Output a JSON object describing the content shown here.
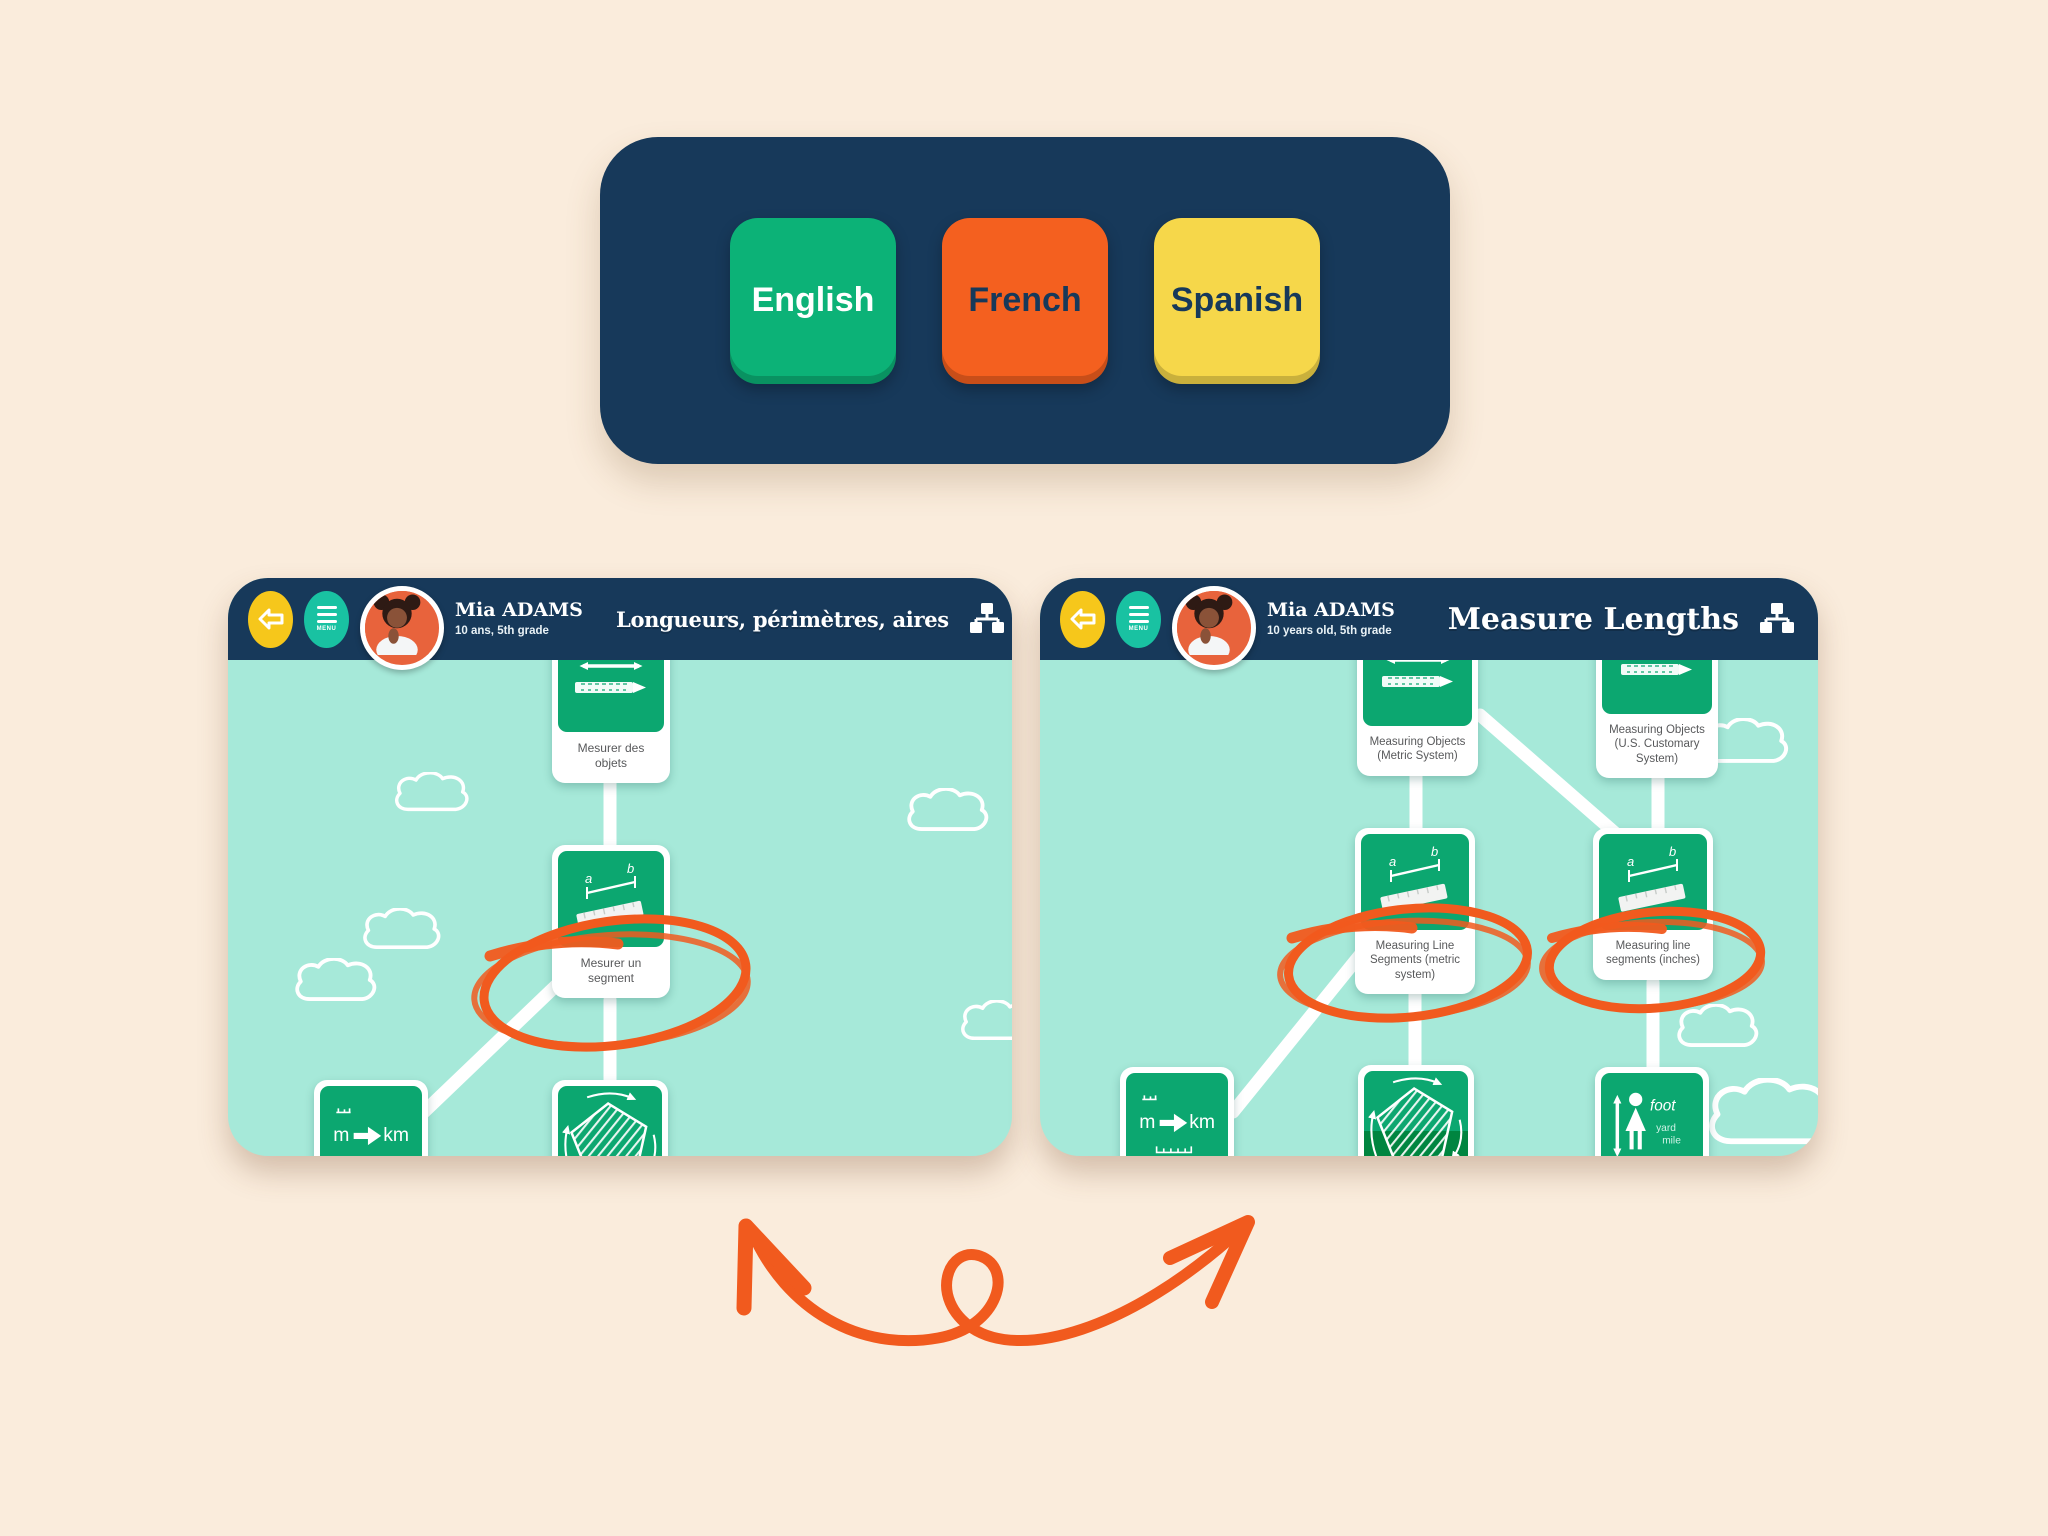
{
  "colors": {
    "peach": "#FAECDC",
    "navy": "#17395A",
    "mint": "#A6E9D9",
    "card_green": "#0CA770",
    "dark_green": "#008540",
    "orange": "#F15A1E",
    "btn_green": "#0CB277",
    "btn_orange": "#F4601F",
    "btn_yellow": "#F6D74A",
    "back_yellow": "#F6C71B",
    "menu_teal": "#19C2A2",
    "label_gray": "#58595B"
  },
  "language_panel": {
    "buttons": [
      {
        "label": "English"
      },
      {
        "label": "French"
      },
      {
        "label": "Spanish"
      }
    ]
  },
  "icons": {
    "a": "a",
    "b": "b",
    "m": "m",
    "km": "km",
    "foot": "foot",
    "yard": "yard",
    "mile": "mile"
  },
  "apps": {
    "left": {
      "header": {
        "name": "Mia ADAMS",
        "meta": "10 ans, 5th grade",
        "title": "Longueurs, périmètres, aires",
        "menu_label": "MENU"
      },
      "nodes": [
        {
          "label": "Mesurer des objets",
          "highlighted": false
        },
        {
          "label": "Mesurer un segment",
          "highlighted": true
        },
        {
          "label": "",
          "icon": "m-km",
          "highlighted": false
        },
        {
          "label": "",
          "icon": "perimeter",
          "highlighted": false
        }
      ]
    },
    "right": {
      "header": {
        "name": "Mia ADAMS",
        "meta": "10 years old, 5th grade",
        "title": "Measure Lengths",
        "menu_label": "MENU"
      },
      "nodes": [
        {
          "label": "Measuring Objects (Metric System)",
          "highlighted": false
        },
        {
          "label": "Measuring Objects (U.S. Customary System)",
          "highlighted": false
        },
        {
          "label": "Measuring Line Segments (metric system)",
          "highlighted": true
        },
        {
          "label": "Measuring line segments (inches)",
          "highlighted": true
        },
        {
          "label": "",
          "icon": "m-km",
          "highlighted": false
        },
        {
          "label": "",
          "icon": "perimeter",
          "highlighted": false
        },
        {
          "label": "",
          "icon": "height-units",
          "highlighted": false
        }
      ]
    }
  }
}
